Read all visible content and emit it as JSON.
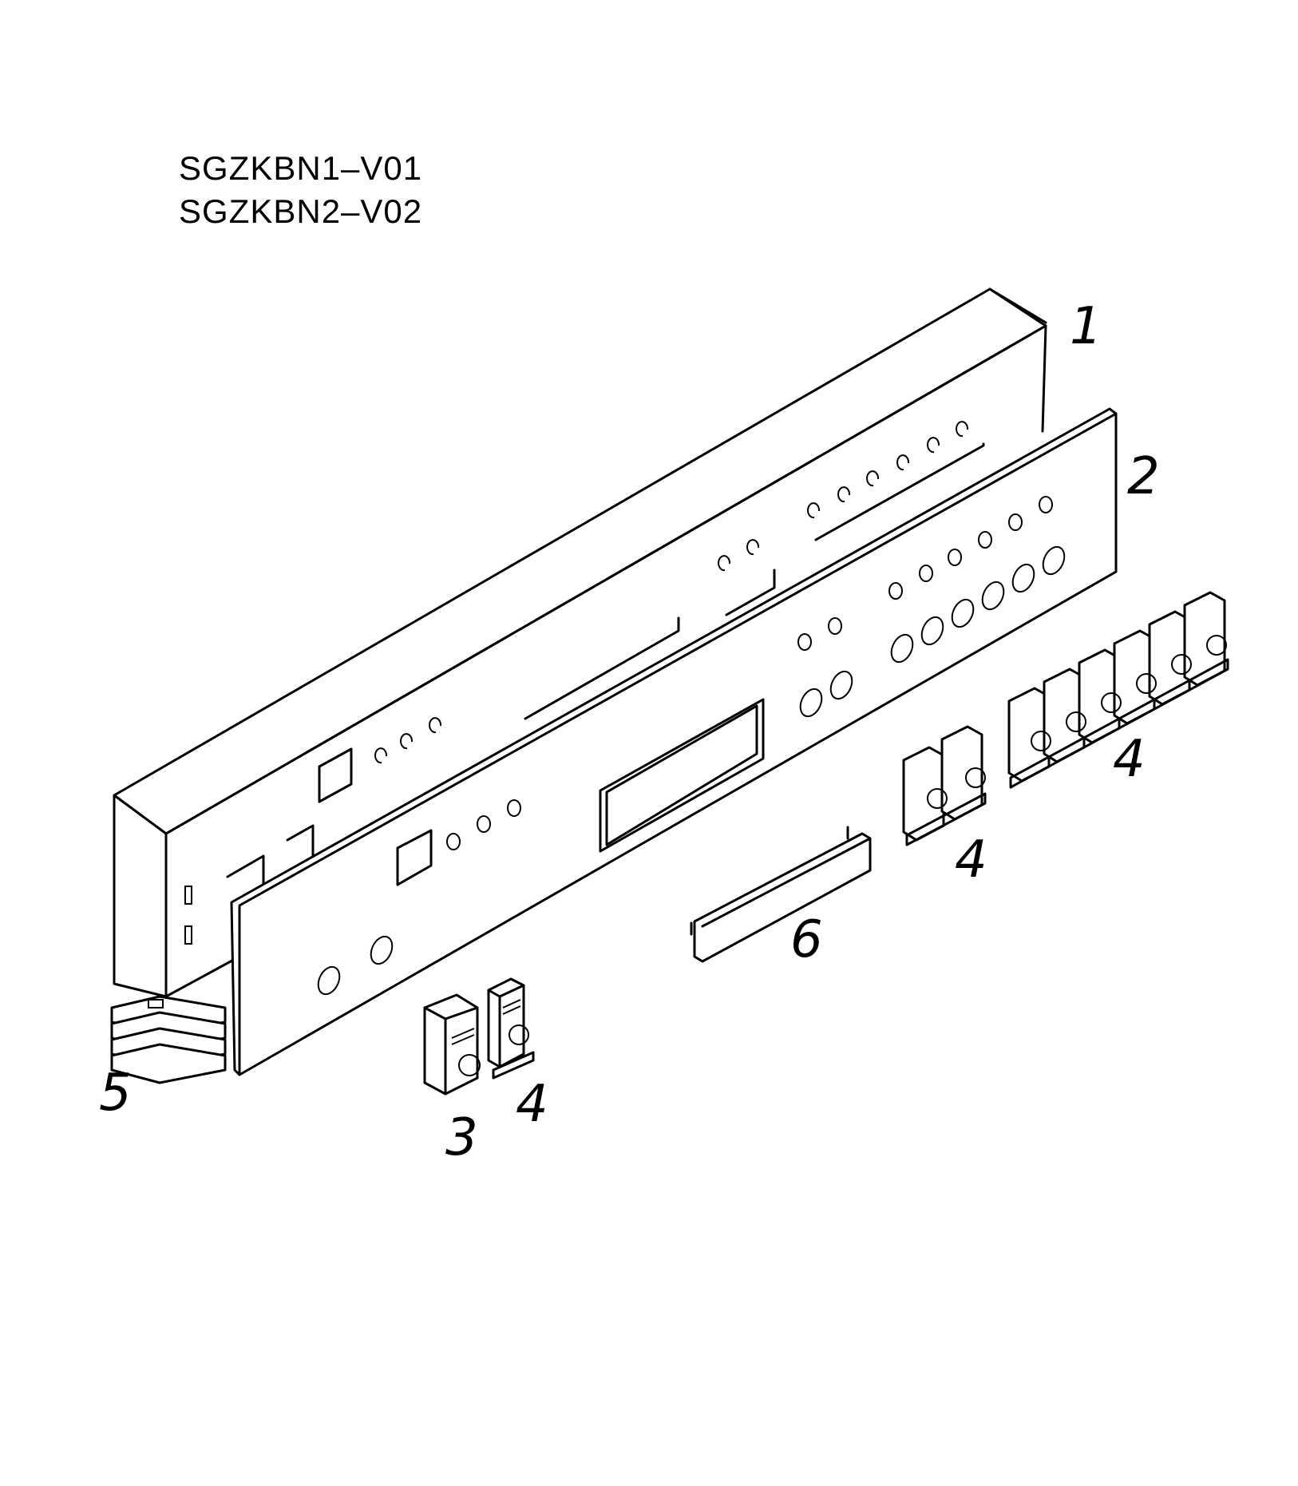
{
  "model_codes": [
    "SGZKBN1–V01",
    "SGZKBN2–V02"
  ],
  "callouts": {
    "c1": "1",
    "c2": "2",
    "c3": "3",
    "c4a": "4",
    "c4b": "4",
    "c4c": "4",
    "c5": "5",
    "c6": "6"
  }
}
